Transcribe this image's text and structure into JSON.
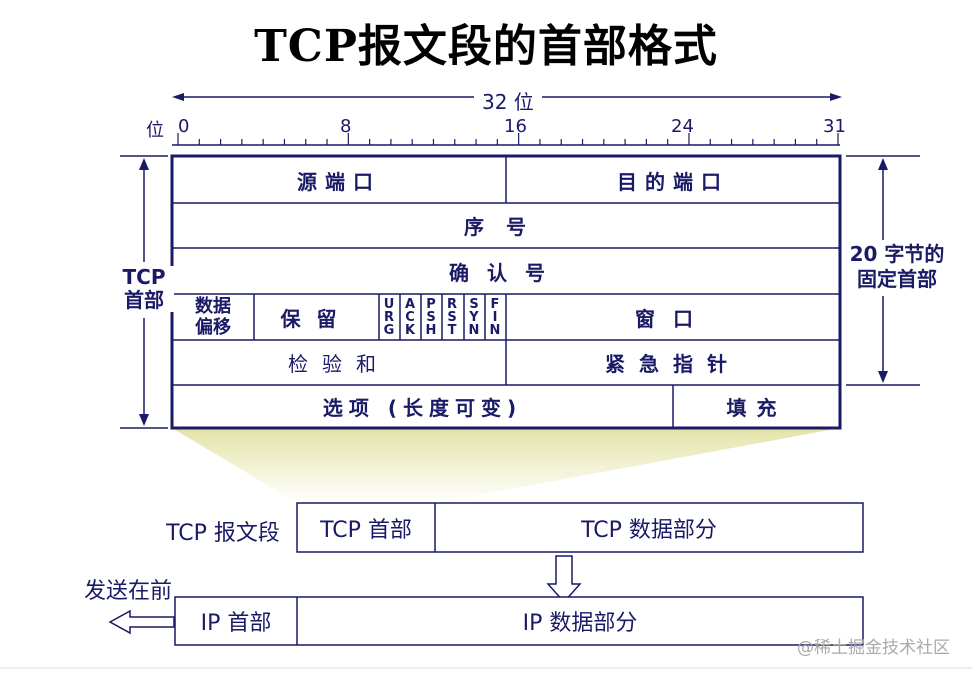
{
  "title": "TCP报文段的首部格式",
  "ruler": {
    "span_label": "32 位",
    "bit_label": "位",
    "ticks": [
      "0",
      "8",
      "16",
      "24",
      "31"
    ]
  },
  "left_brace_label": [
    "TCP",
    "首部"
  ],
  "right_brace_label": [
    "20 字节的",
    "固定首部"
  ],
  "rows": {
    "src_port": "源端口",
    "dst_port": "目的端口",
    "seq": "序号",
    "ack": "确认号",
    "offset": [
      "数据",
      "偏移"
    ],
    "reserved": "保留",
    "flags": [
      [
        "U",
        "R",
        "G"
      ],
      [
        "A",
        "C",
        "K"
      ],
      [
        "P",
        "S",
        "H"
      ],
      [
        "R",
        "S",
        "T"
      ],
      [
        "S",
        "Y",
        "N"
      ],
      [
        "F",
        "I",
        "N"
      ]
    ],
    "window": "窗口",
    "checksum": "检验和",
    "urgent": "紧急指针",
    "options": "选项 (长度可变)",
    "padding": "填充"
  },
  "segment": {
    "label": "TCP 报文段",
    "header": "TCP 首部",
    "data": "TCP 数据部分"
  },
  "ip": {
    "send_first": "发送在前",
    "header": "IP 首部",
    "data": "IP 数据部分"
  },
  "watermark": "@稀土掘金技术社区",
  "colors": {
    "line": "#1a1a66",
    "funnel": "#e8e8b8"
  }
}
